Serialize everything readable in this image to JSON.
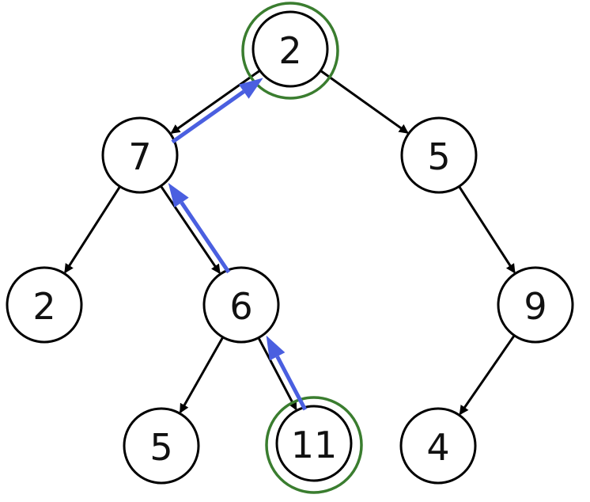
{
  "tree": {
    "nodes": [
      {
        "id": "root",
        "label": "2",
        "highlighted": true
      },
      {
        "id": "n7",
        "label": "7",
        "highlighted": false
      },
      {
        "id": "n5r",
        "label": "5",
        "highlighted": false
      },
      {
        "id": "n2",
        "label": "2",
        "highlighted": false
      },
      {
        "id": "n6",
        "label": "6",
        "highlighted": false
      },
      {
        "id": "n9",
        "label": "9",
        "highlighted": false
      },
      {
        "id": "n5",
        "label": "5",
        "highlighted": false
      },
      {
        "id": "n11",
        "label": "11",
        "highlighted": true
      },
      {
        "id": "n4",
        "label": "4",
        "highlighted": false
      }
    ],
    "edges": [
      {
        "from": "root",
        "to": "n7"
      },
      {
        "from": "root",
        "to": "n5r"
      },
      {
        "from": "n7",
        "to": "n2"
      },
      {
        "from": "n7",
        "to": "n6"
      },
      {
        "from": "n5r",
        "to": "n9"
      },
      {
        "from": "n6",
        "to": "n5"
      },
      {
        "from": "n6",
        "to": "n11"
      },
      {
        "from": "n9",
        "to": "n4"
      }
    ],
    "path_to_root": [
      "n11",
      "n6",
      "n7",
      "root"
    ]
  },
  "colors": {
    "edge": "#000000",
    "path_arrow": "#4a5fe0",
    "highlight_ring": "#3a7d2f",
    "node_fill": "#ffffff"
  }
}
